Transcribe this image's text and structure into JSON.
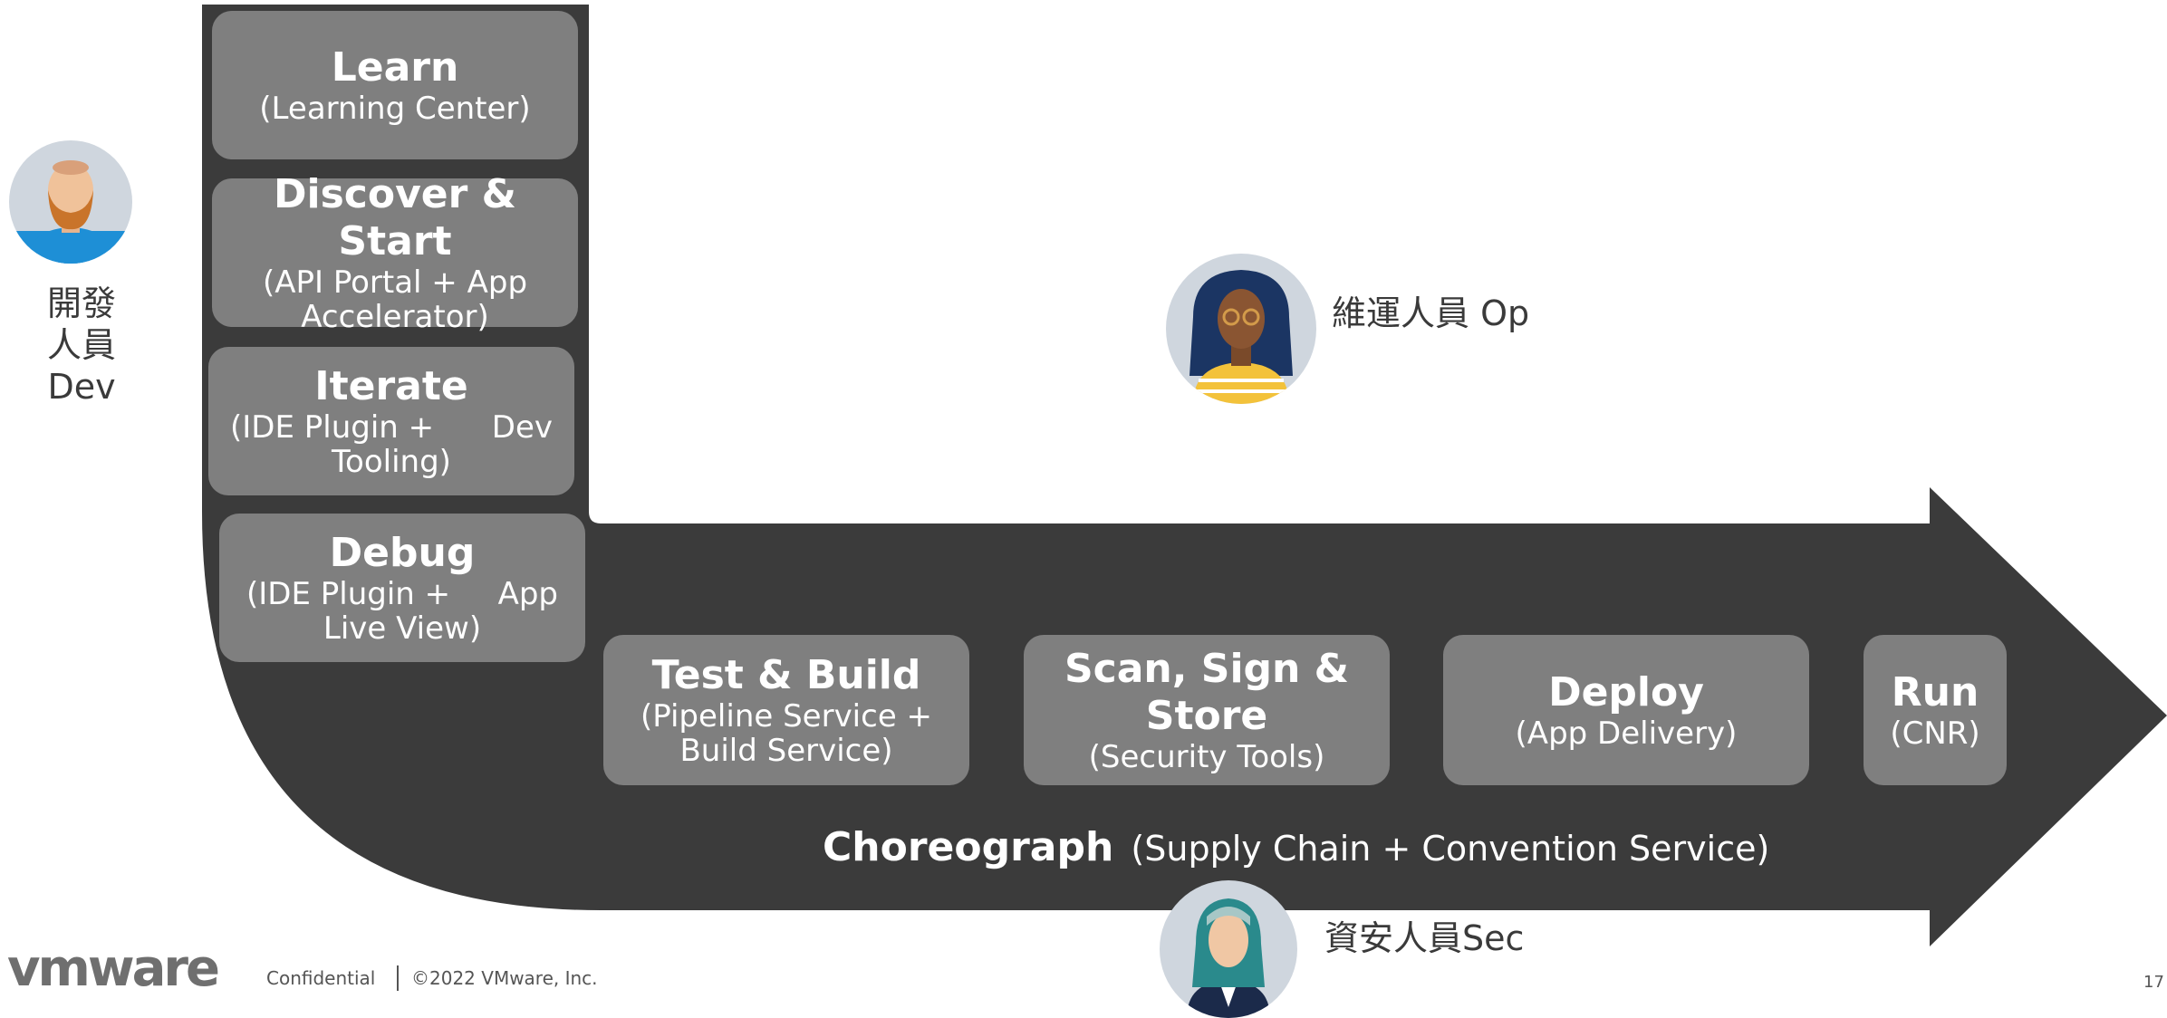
{
  "stages": {
    "learn": {
      "title": "Learn",
      "sub": "(Learning Center)"
    },
    "discover": {
      "title": "Discover & Start",
      "sub1": "(API Portal + App",
      "sub2": "Accelerator)"
    },
    "iterate": {
      "title": "Iterate",
      "sub1": "(IDE Plugin +",
      "side": "Dev",
      "sub2": "Tooling)"
    },
    "debug": {
      "title": "Debug",
      "sub1": "(IDE Plugin +",
      "side": "App",
      "sub2": "Live View)"
    },
    "test_build": {
      "title": "Test & Build",
      "sub1": "(Pipeline Service +",
      "sub2": "Build Service)"
    },
    "scan_sign": {
      "title1": "Scan, Sign &",
      "title2": "Store",
      "sub": "(Security Tools)"
    },
    "deploy": {
      "title": "Deploy",
      "sub": "(App Delivery)"
    },
    "run": {
      "title": "Run",
      "sub": "(CNR)"
    }
  },
  "choreograph": {
    "bold": "Choreograph",
    "rest": "(Supply Chain + Convention Service)"
  },
  "roles": {
    "dev_line1": "開發",
    "dev_line2": "人員",
    "dev_line3": "Dev",
    "op": "維運人員 Op",
    "sec": "資安人員Sec"
  },
  "footer": {
    "logo": "vmware",
    "confidential": "Confidential",
    "copyright": "©2022 VMware, Inc.",
    "page_number": "17"
  },
  "colors": {
    "dark_shape": "#3b3b3b",
    "box": "#7f7f7f",
    "text_on_box": "#ffffff"
  }
}
